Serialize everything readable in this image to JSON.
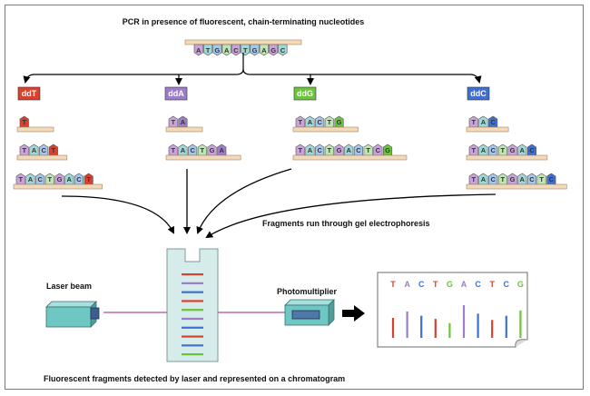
{
  "title": "PCR in presence of fluorescent, chain-terminating nucleotides",
  "template_sequence": [
    "A",
    "T",
    "G",
    "A",
    "C",
    "T",
    "G",
    "A",
    "G",
    "C"
  ],
  "columns": [
    {
      "header": "ddT",
      "color": "#d9412f",
      "fragments": [
        "T",
        "TACT",
        "TACTGACT"
      ]
    },
    {
      "header": "ddA",
      "color": "#9b7dc8",
      "fragments": [
        "TA",
        "TACTGA"
      ]
    },
    {
      "header": "ddG",
      "color": "#6cc43c",
      "fragments": [
        "TACTG",
        "TACTGACTCG"
      ]
    },
    {
      "header": "ddC",
      "color": "#3f6fd1",
      "fragments": [
        "TAC",
        "TACTGAC",
        "TACTGACTC"
      ]
    }
  ],
  "gel_label": "Fragments run through gel electrophoresis",
  "laser_label": "Laser beam",
  "detector_label": "Photomultiplier",
  "chromatogram_sequence": [
    "T",
    "A",
    "C",
    "T",
    "G",
    "A",
    "C",
    "T",
    "C",
    "G"
  ],
  "chromatogram_peak_levels": [
    0.38,
    0.5,
    0.42,
    0.36,
    0.28,
    0.62,
    0.46,
    0.34,
    0.42,
    0.52
  ],
  "gel_bands": [
    "T",
    "A",
    "C",
    "T",
    "G",
    "A",
    "C",
    "T",
    "C",
    "G"
  ],
  "bottom_caption": "Fluorescent fragments detected by laser and represented on a chromatogram",
  "colors": {
    "T": "#d9412f",
    "A": "#9b7dc8",
    "G": "#6cc43c",
    "C": "#3f6fd1",
    "base_fill": "#f2d9b8",
    "base_stroke": "#a38468",
    "tile_palette": [
      "#c9a3d9",
      "#9fd8d6",
      "#a6c7ea",
      "#bfe5b5"
    ],
    "device_fill": "#6fc7c4",
    "arrow_black": "#000000"
  }
}
